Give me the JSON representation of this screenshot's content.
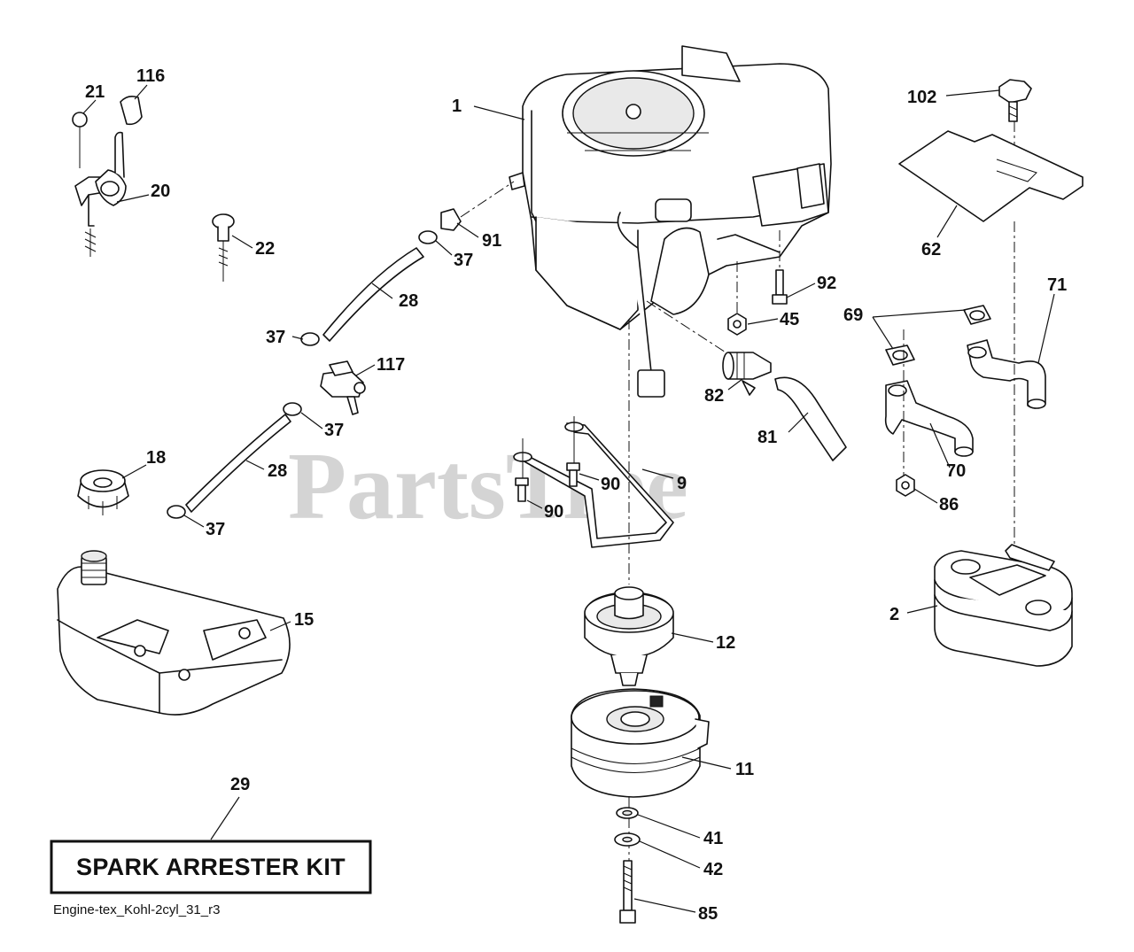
{
  "watermark": "PartsTree",
  "kit_box_label": "SPARK ARRESTER KIT",
  "caption": "Engine-tex_Kohl-2cyl_31_r3",
  "callouts": {
    "c1": "1",
    "c2": "2",
    "c9": "9",
    "c11": "11",
    "c12": "12",
    "c15": "15",
    "c18": "18",
    "c20": "20",
    "c21": "21",
    "c22": "22",
    "c28a": "28",
    "c28b": "28",
    "c29": "29",
    "c37a": "37",
    "c37b": "37",
    "c37c": "37",
    "c37d": "37",
    "c41": "41",
    "c42": "42",
    "c45": "45",
    "c62": "62",
    "c69": "69",
    "c70": "70",
    "c71": "71",
    "c81": "81",
    "c82": "82",
    "c85": "85",
    "c86": "86",
    "c90a": "90",
    "c90b": "90",
    "c91": "91",
    "c92": "92",
    "c102": "102",
    "c116": "116",
    "c117": "117"
  }
}
